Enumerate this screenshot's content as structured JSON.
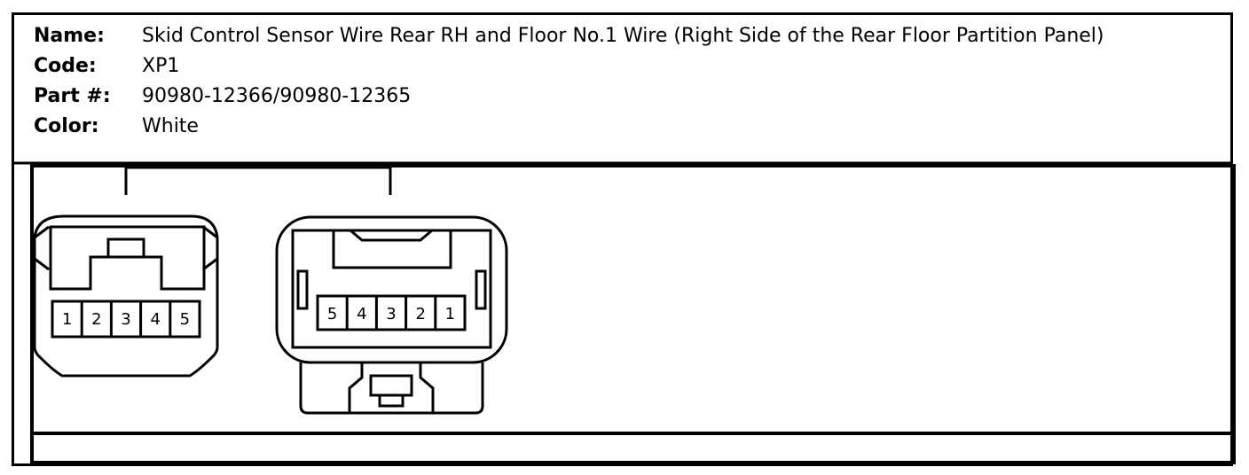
{
  "info": {
    "name_label": "Name:",
    "name_value": "Skid Control Sensor Wire Rear RH and Floor No.1 Wire (Right Side of the Rear Floor Partition Panel)",
    "code_label": "Code:",
    "code_value": "XP1",
    "part_label": "Part #:",
    "part_value": "90980-12366/90980-12365",
    "color_label": "Color:",
    "color_value": "White"
  },
  "connectors": {
    "left_pins": [
      "1",
      "2",
      "3",
      "4",
      "5"
    ],
    "right_pins": [
      "5",
      "4",
      "3",
      "2",
      "1"
    ]
  }
}
